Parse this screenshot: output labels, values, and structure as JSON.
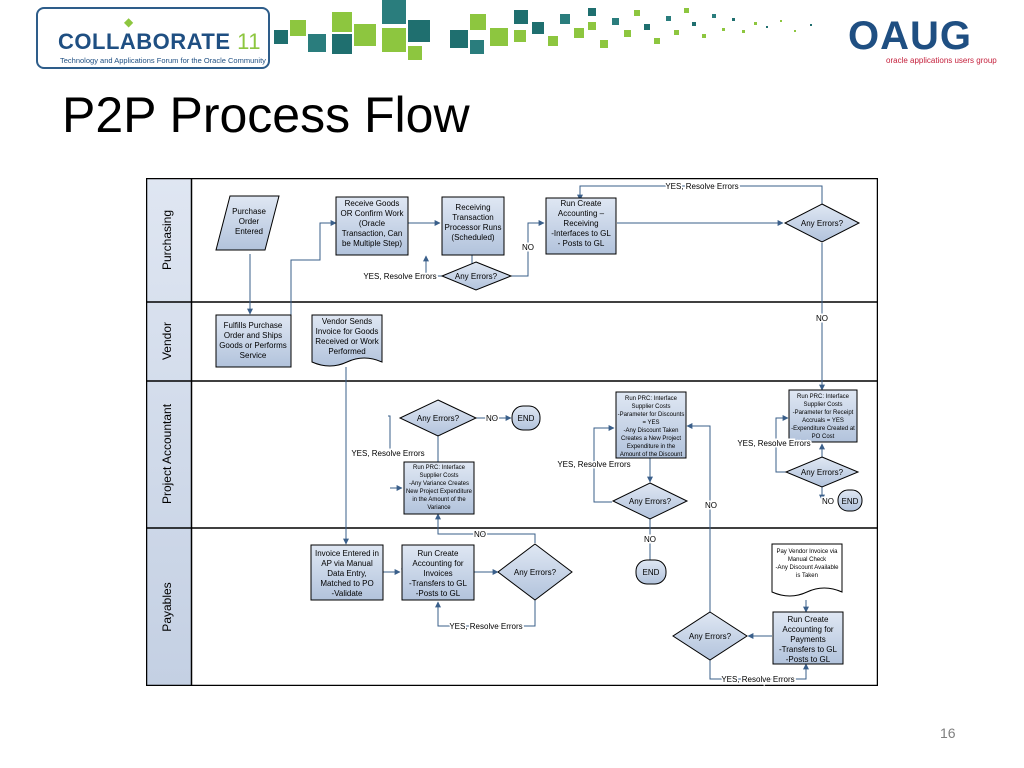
{
  "header": {
    "collab_brand": "COLLABORATE",
    "collab_num": "11",
    "collab_tagline": "Technology and Applications Forum for the Oracle Community",
    "oaug_word": "OAUG",
    "oaug_sub": "oracle applications users group"
  },
  "slide": {
    "title": "P2P Process Flow",
    "page_number": "16"
  },
  "lanes": [
    "Purchasing",
    "Vendor",
    "Project Accountant",
    "Payables"
  ],
  "nodes": {
    "po_entered": [
      "Purchase",
      "Order",
      "Entered"
    ],
    "receive_goods": [
      "Receive Goods",
      "OR Confirm Work",
      "(Oracle",
      "Transaction, Can",
      "be Multiple Step)"
    ],
    "rtp": [
      "Receiving",
      "Transaction",
      "Processor Runs",
      "(Scheduled)"
    ],
    "run_create_recv": [
      "Run Create",
      "Accounting –",
      "Receiving",
      "-Interfaces to GL",
      "- Posts to GL"
    ],
    "any_errors_purch1": [
      "Any Errors?"
    ],
    "any_errors_purch2": [
      "Any Errors?"
    ],
    "fulfills": [
      "Fulfills Purchase",
      "Order and Ships",
      "Goods or Performs",
      "Service"
    ],
    "vendor_invoice": [
      "Vendor Sends",
      "Invoice for Goods",
      "Received or Work",
      "Performed"
    ],
    "pa_err1": [
      "Any Errors?"
    ],
    "pa_end1": [
      "END"
    ],
    "prc1": [
      "Run PRC: Interface",
      "Supplier Costs",
      "-Any Variance Creates",
      "New Project Expenditure",
      "in the Amount of the",
      "Variance"
    ],
    "prc2": [
      "Run PRC: Interface",
      "Supplier Costs",
      "-Parameter for Discounts",
      "= YES",
      "-Any Discount Taken",
      "Creates a New Project",
      "Expenditure in the",
      "Amount of the Discount"
    ],
    "pa_err2": [
      "Any Errors?"
    ],
    "prc3": [
      "Run PRC: Interface",
      "Supplier Costs",
      "-Parameter for Receipt",
      "Accruals = YES",
      "-Expenditure Created at",
      "PO Cost"
    ],
    "pa_err3": [
      "Any Errors?"
    ],
    "pa_end3": [
      "END"
    ],
    "invoice_entered": [
      "Invoice Entered in",
      "AP via Manual",
      "Data Entry,",
      "Matched to PO",
      "-Validate"
    ],
    "run_create_inv": [
      "Run Create",
      "Accounting for",
      "Invoices",
      "-Transfers to GL",
      "-Posts to GL"
    ],
    "pay_err1": [
      "Any Errors?"
    ],
    "pay_end": [
      "END"
    ],
    "pay_vendor": [
      "Pay Vendor Invoice via",
      "Manual Check",
      "-Any Discount Available",
      "is Taken"
    ],
    "run_create_pay": [
      "Run Create",
      "Accounting for",
      "Payments",
      "-Transfers to GL",
      "-Posts to GL"
    ],
    "pay_err2": [
      "Any Errors?"
    ]
  },
  "labels": {
    "yes_resolve_top": "YES, Resolve Errors",
    "yes_resolve_recv": "YES, Resolve Errors",
    "no_recv": "NO",
    "no_vendor": "NO",
    "pa_no1": "NO",
    "pa_yes1": "YES, Resolve Errors",
    "pa_yes2": "YES, Resolve Errors",
    "pa_no2": "NO",
    "pa_no_mid": "NO",
    "pa_yes3": "YES, Resolve Errors",
    "pa_no3": "NO",
    "pay_no1": "NO",
    "pay_yes1": "YES, Resolve Errors",
    "pay_yes2": "YES, Resolve Errors"
  }
}
